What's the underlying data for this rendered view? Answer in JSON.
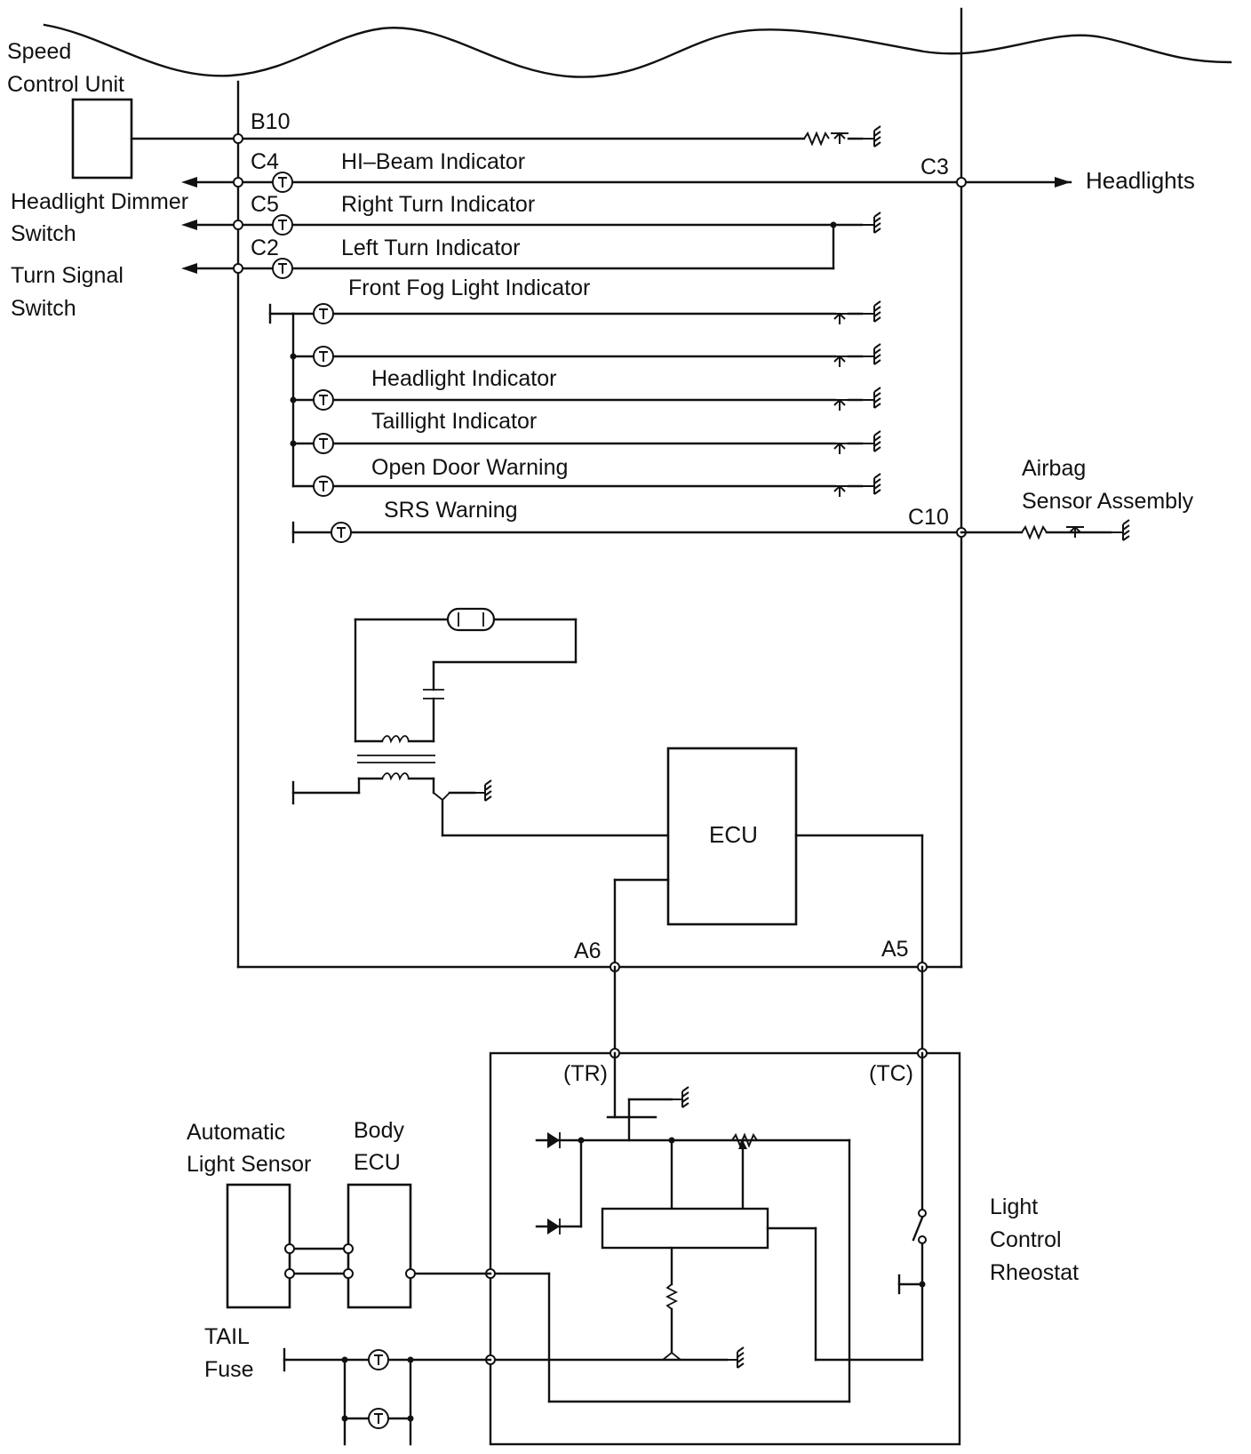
{
  "labels": {
    "speed_control_unit": [
      "Speed",
      "Control Unit"
    ],
    "headlight_dimmer_switch": [
      "Headlight Dimmer",
      "Switch"
    ],
    "turn_signal_switch": [
      "Turn Signal",
      "Switch"
    ],
    "headlights": "Headlights",
    "airbag_sensor_assembly": [
      "Airbag",
      "Sensor Assembly"
    ],
    "automatic_light_sensor": [
      "Automatic",
      "Light Sensor"
    ],
    "body_ecu": [
      "Body",
      "ECU"
    ],
    "tail_fuse": [
      "TAIL",
      "Fuse"
    ],
    "light_control_rheostat": [
      "Light",
      "Control",
      "Rheostat"
    ],
    "ecu": "ECU"
  },
  "terminals": {
    "b10": "B10",
    "c4": "C4",
    "c5": "C5",
    "c2": "C2",
    "c3": "C3",
    "c10": "C10",
    "a6": "A6",
    "a5": "A5",
    "tr": "(TR)",
    "tc": "(TC)"
  },
  "indicators": {
    "hi_beam": "HI–Beam Indicator",
    "right_turn": "Right Turn Indicator",
    "left_turn": "Left Turn Indicator",
    "front_fog": "Front Fog Light Indicator",
    "headlight": "Headlight Indicator",
    "taillight": "Taillight Indicator",
    "open_door": "Open Door Warning",
    "srs": "SRS Warning"
  }
}
